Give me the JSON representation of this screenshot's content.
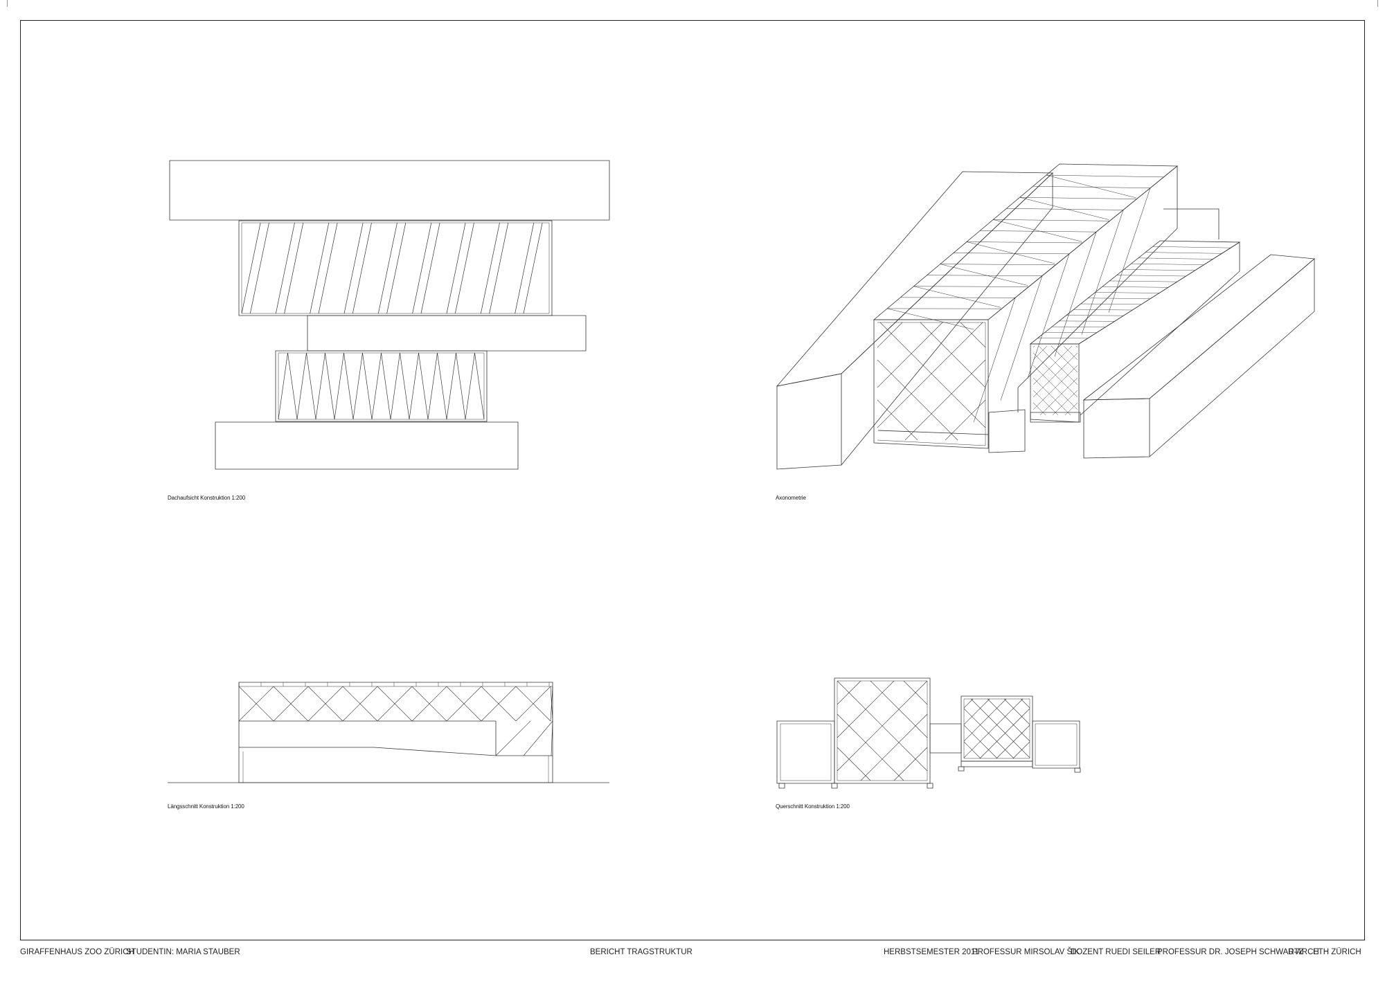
{
  "sheet": {
    "captions": {
      "roof_plan": "Dachaufsicht Konstruktion 1:200",
      "axonometry": "Axonometrie",
      "long_section": "Längsschnitt Konstruktion 1:200",
      "cross_section": "Querschnitt Konstruktion 1:200"
    }
  },
  "footer": {
    "project": "GIRAFFENHAUS ZOO ZÜRICH",
    "student": "STUDENTIN: MARIA STAUBER",
    "report": "BERICHT TRAGSTRUKTUR",
    "semester": "HERBSTSEMESTER 2011",
    "chair": "PROFESSUR MIRSOLAV ŠIK",
    "lecturer": "DOZENT  RUEDI SEILER",
    "professor": "PROFESSUR DR. JOSEPH SCHWARTZ",
    "department": "D-ARCH",
    "school": "ETH ZÜRICH"
  }
}
